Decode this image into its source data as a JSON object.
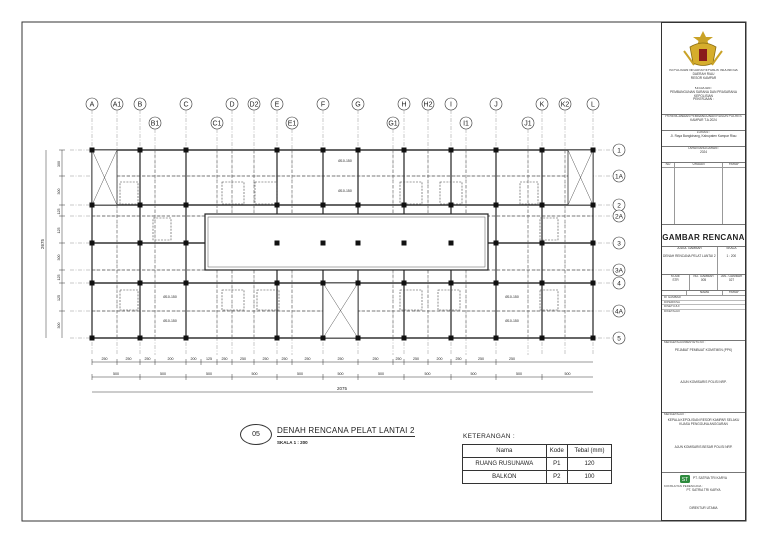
{
  "drawing": {
    "caption_number": "05",
    "caption_title": "DENAH RENCANA PELAT LANTAI 2",
    "caption_scale": "SKALA  1 : 200",
    "dimension_total_width": "2075",
    "dimension_total_height": "2675"
  },
  "grid": {
    "columns": [
      "A",
      "A1",
      "B",
      "B1",
      "C",
      "C1",
      "D",
      "D2",
      "E",
      "E1",
      "F",
      "G",
      "G1",
      "H",
      "H2",
      "I",
      "I1",
      "J",
      "J1",
      "K",
      "K2",
      "L"
    ],
    "rows": [
      "1",
      "1A",
      "2",
      "2A",
      "3",
      "3A",
      "4",
      "4A",
      "5"
    ]
  },
  "dimensions": {
    "bottom_row1": [
      "250",
      "250",
      "250",
      "200",
      "200",
      "125",
      "250",
      "250",
      "250",
      "250",
      "250",
      "250",
      "250",
      "250",
      "250",
      "200",
      "250",
      "250",
      "250"
    ],
    "bottom_row2": [
      "500",
      "500",
      "500",
      "500",
      "500",
      "500",
      "500",
      "500",
      "500",
      "500",
      "500"
    ],
    "left": [
      "300",
      "300",
      "125",
      "125",
      "300",
      "125",
      "125",
      "300"
    ]
  },
  "plate_labels": [
    "Ø10-150",
    "Ø10-150",
    "Ø10-150",
    "Ø10-150",
    "Ø10-150",
    "Ø10-150"
  ],
  "legend": {
    "title": "KETERANGAN :",
    "headers": [
      "Nama",
      "Kode",
      "Tebal (mm)"
    ],
    "rows": [
      {
        "nama": "RUANG RUSUNAWA",
        "kode": "P1",
        "tebal": "120"
      },
      {
        "nama": "BALKON",
        "kode": "P2",
        "tebal": "100"
      }
    ]
  },
  "title_block": {
    "agency_line1": "KEPOLISIAN NEGARA REPUBLIK INDONESIA",
    "agency_line2": "DAERAH RIAU",
    "agency_line3": "RESOR KAMPAR",
    "kegiatan_label": "KEGIATAN :",
    "kegiatan": "PEMBANGUNAN SARANA DAN PRASARANA KEPOLISIAN",
    "pekerjaan_label": "PEKERJAAN :",
    "pekerjaan": "PERENCANAAN PEMBANGUNAN RUSUN POLRES KAMPAR T.A.2024",
    "lokasi_label": "LOKASI :",
    "lokasi": "Jl. Raya Bangkinang, Kabupaten Kampar Riau",
    "tahun_label": "TAHUN ANGGARAN :",
    "tahun": "2024",
    "revisi_headers": [
      "NO",
      "URAIAN",
      "PARAF"
    ],
    "sheet_title": "GAMBAR RENCANA",
    "judul_label": "JUDUL GAMBAR",
    "skala_label": "SKALA",
    "judul": "DENAH RENCANA PELAT LANTAI 2",
    "skala": "1 : 200",
    "kode_label": "KODE",
    "no_label": "NO. GAMBAR",
    "jml_label": "JML. GAMBAR",
    "kode": "STR",
    "no": "005",
    "jml": "027",
    "nama_label": "NAMA",
    "paraf_label": "PARAF",
    "team": [
      "DI GAMBAR",
      "DIPERIKSA",
      "DISETUJUI",
      "DIKETAHUI"
    ],
    "mengetahui_label": "MENGETAHUI/MENYETUJUI :",
    "ppk": "PEJABAT PEMBUAT KOMITMEN (PPK)",
    "ppk_sign": "AJUN KOMISARIS POLISI NRP.",
    "mengetahui2_label": "MENGETAHUI :",
    "kepala": "KEPALA KEPOLISIAN RESOR KAMPAR SELAKU KUASA PENGGUNA ANGGARAN",
    "kepala_sign": "AJUN KOMISARIS BESAR POLISI NRP.",
    "konsultan_label": "KONSULTAN PERENCANA :",
    "konsultan_logo_text": "PT. SATRIA TRI KARYA",
    "konsultan": "PT. SATRIA TRI KARYA",
    "direktur": "DIREKTUR UTAMA",
    "colors": {
      "gold": "#c9a227",
      "green": "#2e8b3e"
    }
  }
}
